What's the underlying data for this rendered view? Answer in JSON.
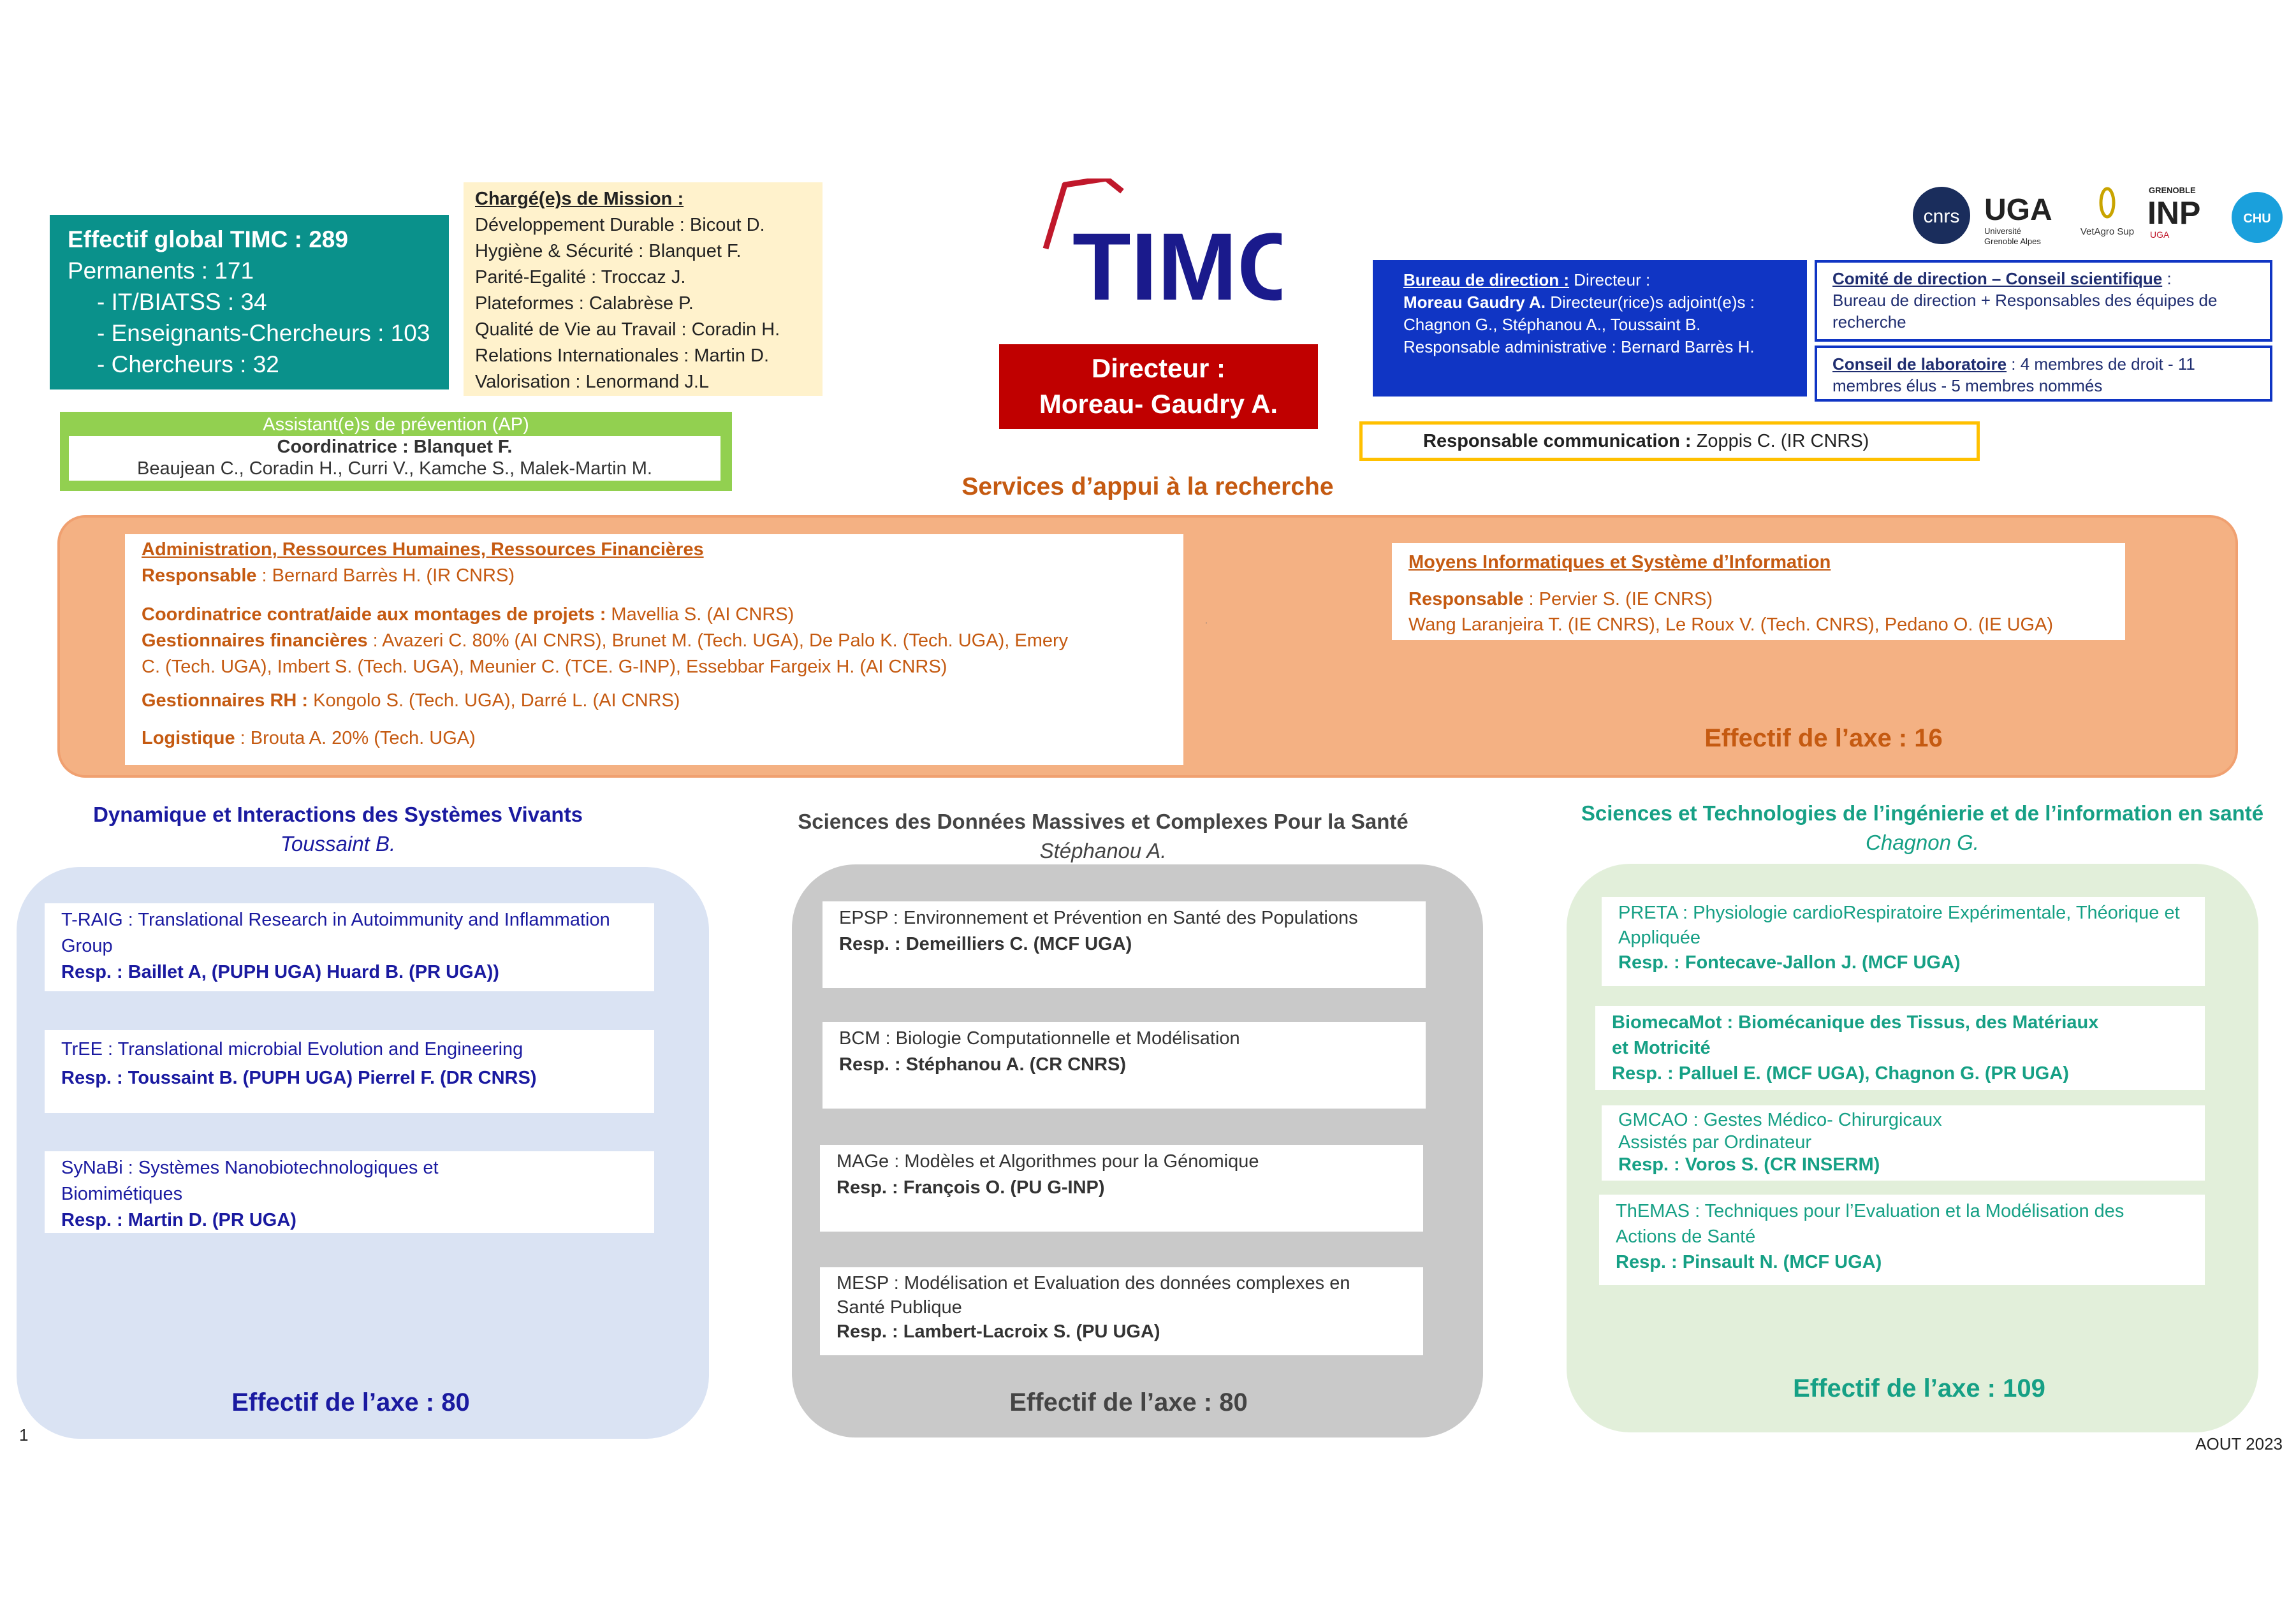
{
  "effectif_global": {
    "title": "Effectif global TIMC : 289",
    "permanents": "Permanents : 171",
    "it_biatss": "- IT/BIATSS : 34",
    "enseignants": "- Enseignants-Chercheurs : 103",
    "chercheurs": "- Chercheurs : 32"
  },
  "mission": {
    "title": "Chargé(e)s de Mission :",
    "items": [
      "Développement Durable : Bicout D.",
      "Hygiène & Sécurité : Blanquet F.",
      "Parité-Egalité : Troccaz J.",
      "Plateformes : Calabrèse P.",
      "Qualité de Vie au Travail : Coradin H.",
      "Relations Internationales : Martin D.",
      "Valorisation : Lenormand J.L"
    ]
  },
  "logo": {
    "text": "TIMC"
  },
  "director": {
    "line1": "Directeur :",
    "line2": "Moreau- Gaudry A."
  },
  "bureau": {
    "title": "Bureau de direction :",
    "t1": " Directeur :",
    "name": "Moreau Gaudry A.",
    "t2": " Directeur(rice)s adjoint(e)s :",
    "adjoints": "Chagnon G., Stéphanou A., Toussaint B.",
    "resp_admin": "Responsable administrative : Bernard Barrès H."
  },
  "comite": {
    "title": "Comité de direction – Conseil scientifique",
    "suffix": " :",
    "text": "Bureau de direction + Responsables des équipes de recherche"
  },
  "conseil": {
    "title": "Conseil de laboratoire",
    "text": " : 4 membres de droit - 11 membres élus - 5 membres nommés"
  },
  "partners": {
    "cnrs": "cnrs",
    "uga": "UGA",
    "uga_sub1": "Université",
    "uga_sub2": "Grenoble Alpes",
    "vetagro": "VetAgro Sup",
    "inp": "INP",
    "inp_top": "GRENOBLE",
    "inp_sub": "UGA",
    "chu": "CHU"
  },
  "ap": {
    "title": "Assistant(e)s de prévention (AP)",
    "coord": "Coordinatrice : Blanquet F.",
    "members": "Beaujean C., Coradin H., Curri V., Kamche S., Malek-Martin M."
  },
  "communication": {
    "label": "Responsable communication :",
    "value": " Zoppis C. (IR CNRS)"
  },
  "services": {
    "title": "Services d’appui à la recherche",
    "admin": {
      "title": "Administration, Ressources Humaines, Ressources Financières",
      "resp_label": "Responsable",
      "resp_value": " : Bernard Barrès H. (IR CNRS)",
      "coord_label": "Coordinatrice contrat/aide aux montages de projets :",
      "coord_value": " Mavellia S. (AI CNRS)",
      "gf_label": "Gestionnaires financières",
      "gf_value": " : Avazeri C. 80% (AI CNRS), Brunet M. (Tech. UGA), De Palo K. (Tech.  UGA), Emery C. (Tech. UGA), Imbert S. (Tech. UGA), Meunier C. (TCE. G-INP), Essebbar Fargeix H. (AI CNRS)",
      "rh_label": "Gestionnaires RH :",
      "rh_value": " Kongolo S. (Tech. UGA), Darré L. (AI CNRS)",
      "log_label": "Logistique",
      "log_value": " : Brouta A. 20% (Tech. UGA)"
    },
    "moyens": {
      "title": "Moyens Informatiques et Système d’Information",
      "resp_label": "Responsable",
      "resp_value": " : Pervier S. (IE CNRS)",
      "members": "Wang Laranjeira T. (IE CNRS), Le Roux V. (Tech. CNRS), Pedano O. (IE UGA)"
    },
    "dot": ".",
    "effectif": "Effectif de l’axe : 16"
  },
  "axes": [
    {
      "title": "Dynamique et Interactions  des Systèmes Vivants",
      "lead": "Toussaint B.",
      "effectif": "Effectif de l’axe : 80",
      "teams": [
        {
          "name": "T-RAIG : Translational Research  in Autoimmunity and Inflammation Group",
          "resp": "Resp. : Baillet A, (PUPH UGA)  Huard B. (PR UGA))"
        },
        {
          "name": "TrEE : Translational microbial Evolution and Engineering",
          "resp": "Resp. : Toussaint B. (PUPH UGA)  Pierrel F. (DR CNRS)"
        },
        {
          "name": "SyNaBi : Systèmes Nanobiotechnologiques et Biomimétiques",
          "resp": "Resp. : Martin D. (PR UGA)"
        }
      ]
    },
    {
      "title": "Sciences des Données Massives et Complexes  Pour la Santé",
      "lead": "Stéphanou A.",
      "effectif": "Effectif de l’axe : 80",
      "teams": [
        {
          "name": "EPSP : Environnement et Prévention  en Santé des Populations",
          "resp": "Resp. : Demeilliers C. (MCF UGA)"
        },
        {
          "name": "BCM : Biologie  Computationnelle  et Modélisation",
          "resp": "Resp. : Stéphanou A. (CR CNRS)"
        },
        {
          "name": "MAGe : Modèles et Algorithmes  pour la Génomique",
          "resp": "Resp. : François O. (PU G-INP)"
        },
        {
          "name": "MESP : Modélisation et Evaluation  des données complexes en Santé  Publique",
          "resp": "Resp. : Lambert-Lacroix S. (PU UGA)"
        }
      ]
    },
    {
      "title": "Sciences et Technologies de l’ingénierie et de l’information en santé",
      "lead": "Chagnon G.",
      "effectif": "Effectif de l’axe : 109",
      "teams": [
        {
          "name": "PRETA : Physiologie cardioRespiratoire Expérimentale, Théorique et Appliquée",
          "resp": "Resp. : Fontecave-Jallon J. (MCF UGA)"
        },
        {
          "name": "BiomecaMot : Biomécanique des Tissus, des Matériaux et Motricité",
          "resp": "Resp. : Palluel E. (MCF UGA), Chagnon G. (PR UGA)"
        },
        {
          "name": "GMCAO : Gestes Médico- Chirurgicaux Assistés par Ordinateur",
          "resp": "Resp. : Voros S. (CR INSERM)"
        },
        {
          "name": "ThEMAS : Techniques pour  l’Evaluation et la Modélisation des Actions de Santé",
          "resp": "Resp. : Pinsault N. (MCF UGA)"
        }
      ]
    }
  ],
  "footer": {
    "page": "1",
    "date": "AOUT 2023"
  },
  "colors": {
    "teal": "#0a918b",
    "mission_bg": "#fff2cc",
    "director": "#c00000",
    "bureau": "#1035c4",
    "ap": "#92d050",
    "comm_border": "#ffc000",
    "services": "#f4b183",
    "services_text": "#c55a11",
    "axe1": "#dae3f3",
    "axe2": "#c9c9c9",
    "axe3": "#e2efda",
    "logo": "#1a1a8c",
    "logo_accent": "#c0182b"
  }
}
